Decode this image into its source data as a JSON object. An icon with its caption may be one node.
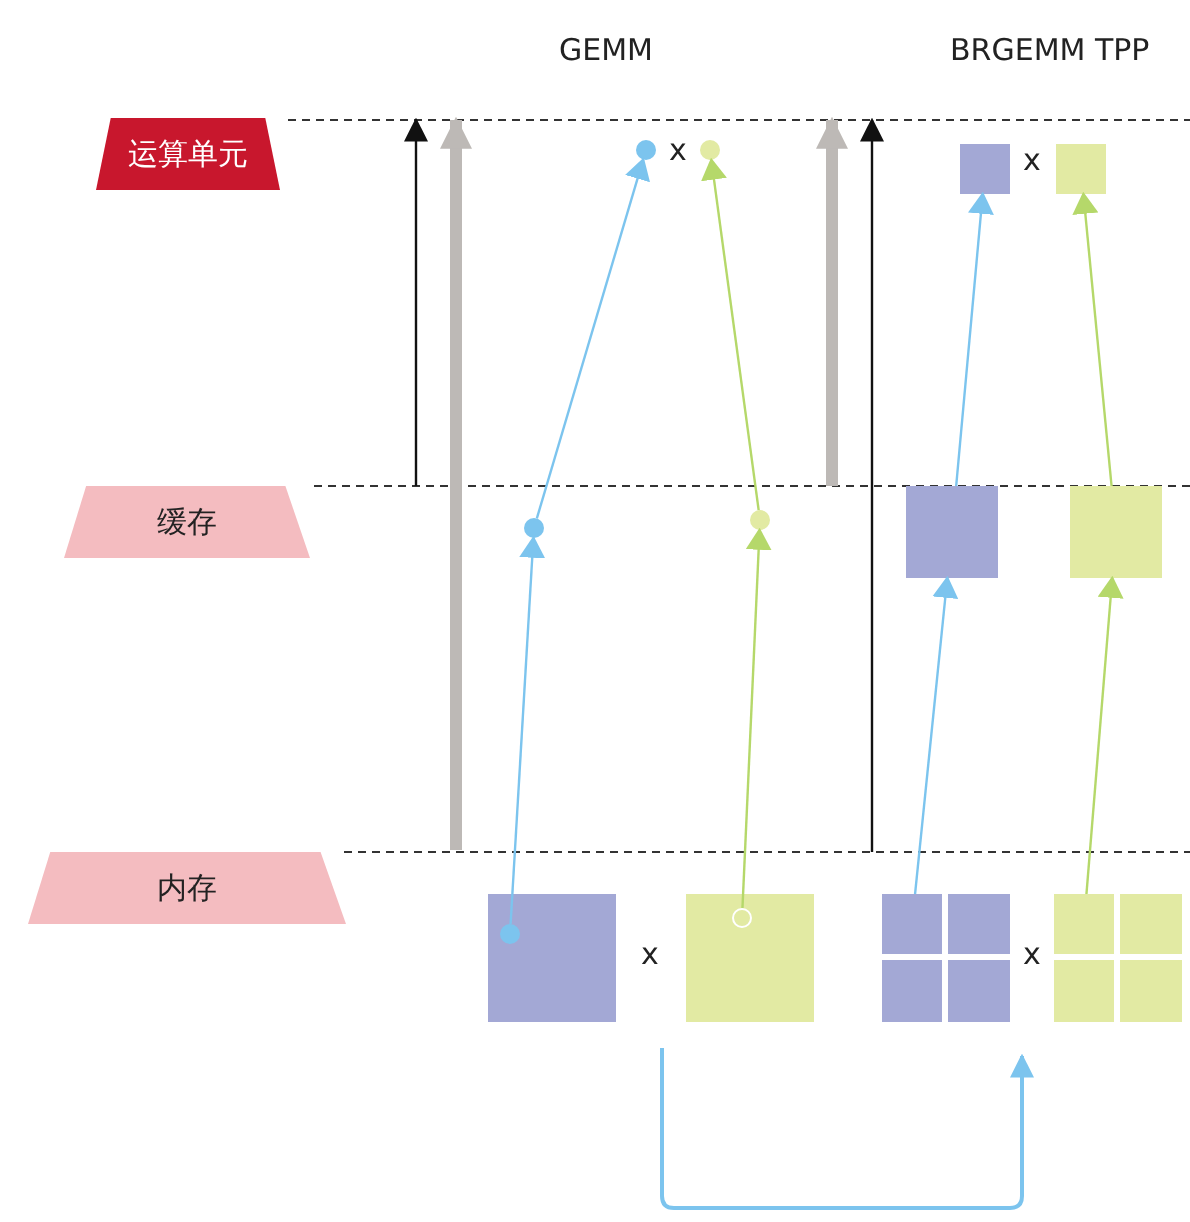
{
  "diagram": {
    "nodes": [
      {
        "text": [
          "运算单元"
        ]
      },
      {
        "text": [],
        "shape": "circle"
      },
      {
        "text": [],
        "shape": "circle"
      },
      {
        "text": [],
        "shape": "box"
      },
      {
        "text": [],
        "shape": "box"
      },
      {
        "text": [
          "缓存"
        ]
      },
      {
        "text": [],
        "shape": "circle"
      },
      {
        "text": [],
        "shape": "circle"
      },
      {
        "text": [],
        "shape": "box"
      },
      {
        "text": [],
        "shape": "box"
      },
      {
        "text": [
          "内存"
        ]
      },
      {
        "text": [],
        "shape": "box"
      },
      {
        "text": [],
        "shape": "circle",
        "in": 11
      },
      {
        "text": [],
        "shape": "box"
      },
      {
        "text": [],
        "shape": "circle",
        "in": 13
      },
      {
        "text": [],
        "shape": "box"
      },
      {
        "text": [],
        "shape": "box",
        "in": 15
      },
      {
        "text": [],
        "shape": "box",
        "in": 15
      },
      {
        "text": [],
        "shape": "box",
        "in": 15
      },
      {
        "text": [],
        "shape": "box",
        "in": 15
      },
      {
        "text": [],
        "shape": "box"
      },
      {
        "text": [],
        "shape": "box",
        "in": 20
      },
      {
        "text": [],
        "shape": "box",
        "in": 20
      },
      {
        "text": [],
        "shape": "box",
        "in": 20
      },
      {
        "text": [],
        "shape": "box",
        "in": 20
      }
    ],
    "edges": [
      {
        "from": 12,
        "to": 6,
        "arrow": "to",
        "color": "#7cc4ee"
      },
      {
        "from": 6,
        "to": 1,
        "arrow": "to",
        "color": "#7cc4ee"
      },
      {
        "from": 14,
        "to": 7,
        "arrow": "to",
        "color": "#b5d86a"
      },
      {
        "from": 7,
        "to": 2,
        "arrow": "to",
        "color": "#b5d86a"
      },
      {
        "from": 16,
        "to": 8,
        "arrow": "to",
        "color": "#7cc4ee"
      },
      {
        "from": 8,
        "to": 3,
        "arrow": "to",
        "color": "#7cc4ee"
      },
      {
        "from": 21,
        "to": 9,
        "arrow": "to",
        "color": "#b5d86a"
      },
      {
        "from": 9,
        "to": 4,
        "arrow": "to",
        "color": "#b5d86a"
      }
    ],
    "labels": [
      "GEMM",
      "BRGEMM TPP",
      "x",
      "x",
      "x",
      "x"
    ]
  }
}
